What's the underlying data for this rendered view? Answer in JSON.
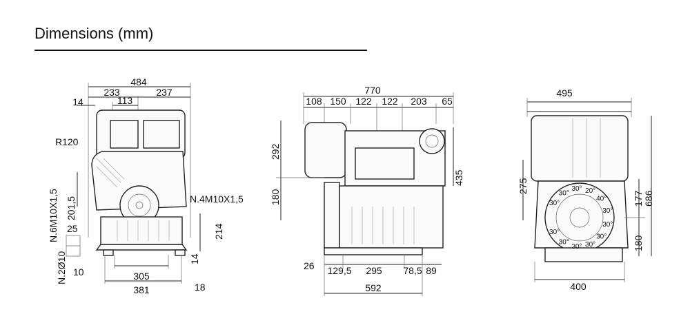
{
  "page": {
    "title": "Dimensions (mm)"
  },
  "front_view": {
    "dims": {
      "overall_width": "484",
      "left_width": "233",
      "right_width": "237",
      "center_offset": "113",
      "edge_offset": "14",
      "radius": "R120",
      "shaft_height": "201,5",
      "thread_left": "N.6M10X1,5",
      "thread_right": "N.4M10X1,5",
      "right_height": "214",
      "foot_offset": "14",
      "hole_spacing_25": "25",
      "hole_count": "N.2Ø10",
      "foot_thickness": "10",
      "base_305": "305",
      "base_381": "381",
      "base_offset_18": "18"
    }
  },
  "side_view": {
    "dims": {
      "overall_length": "770",
      "seg_108": "108",
      "seg_150": "150",
      "seg_122a": "122",
      "seg_122b": "122",
      "seg_203": "203",
      "seg_65": "65",
      "height_292": "292",
      "height_180": "180",
      "height_435": "435",
      "foot_26": "26",
      "base_129_5": "129,5",
      "base_295": "295",
      "base_78_5": "78,5",
      "base_89": "89",
      "base_592": "592"
    }
  },
  "rear_view": {
    "dims": {
      "overall_width": "495",
      "height_275": "275",
      "height_177": "177",
      "height_686": "686",
      "height_180": "180",
      "base_400": "400"
    },
    "angle_labels": [
      "30°",
      "30°",
      "30°",
      "20°",
      "40°",
      "30°",
      "30°",
      "30°",
      "30°",
      "30°",
      "30°",
      "30°"
    ]
  }
}
